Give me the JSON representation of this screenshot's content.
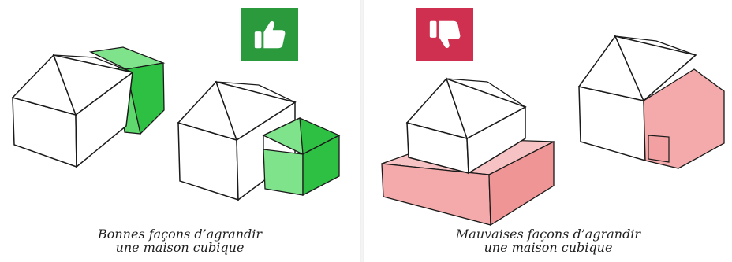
{
  "good": {
    "caption_line1": "Bonnes façons d’agrandir",
    "caption_line2": "une maison cubique",
    "badge_color": "#2a9a3c",
    "badge_icon": "thumbs-up-icon",
    "extension_color": "#5fd96e"
  },
  "bad": {
    "caption_line1": "Mauvaises façons d’agrandir",
    "caption_line2": "une maison cubique",
    "badge_color": "#d0304f",
    "badge_icon": "thumbs-down-icon",
    "extension_color": "#f4a9aa"
  }
}
